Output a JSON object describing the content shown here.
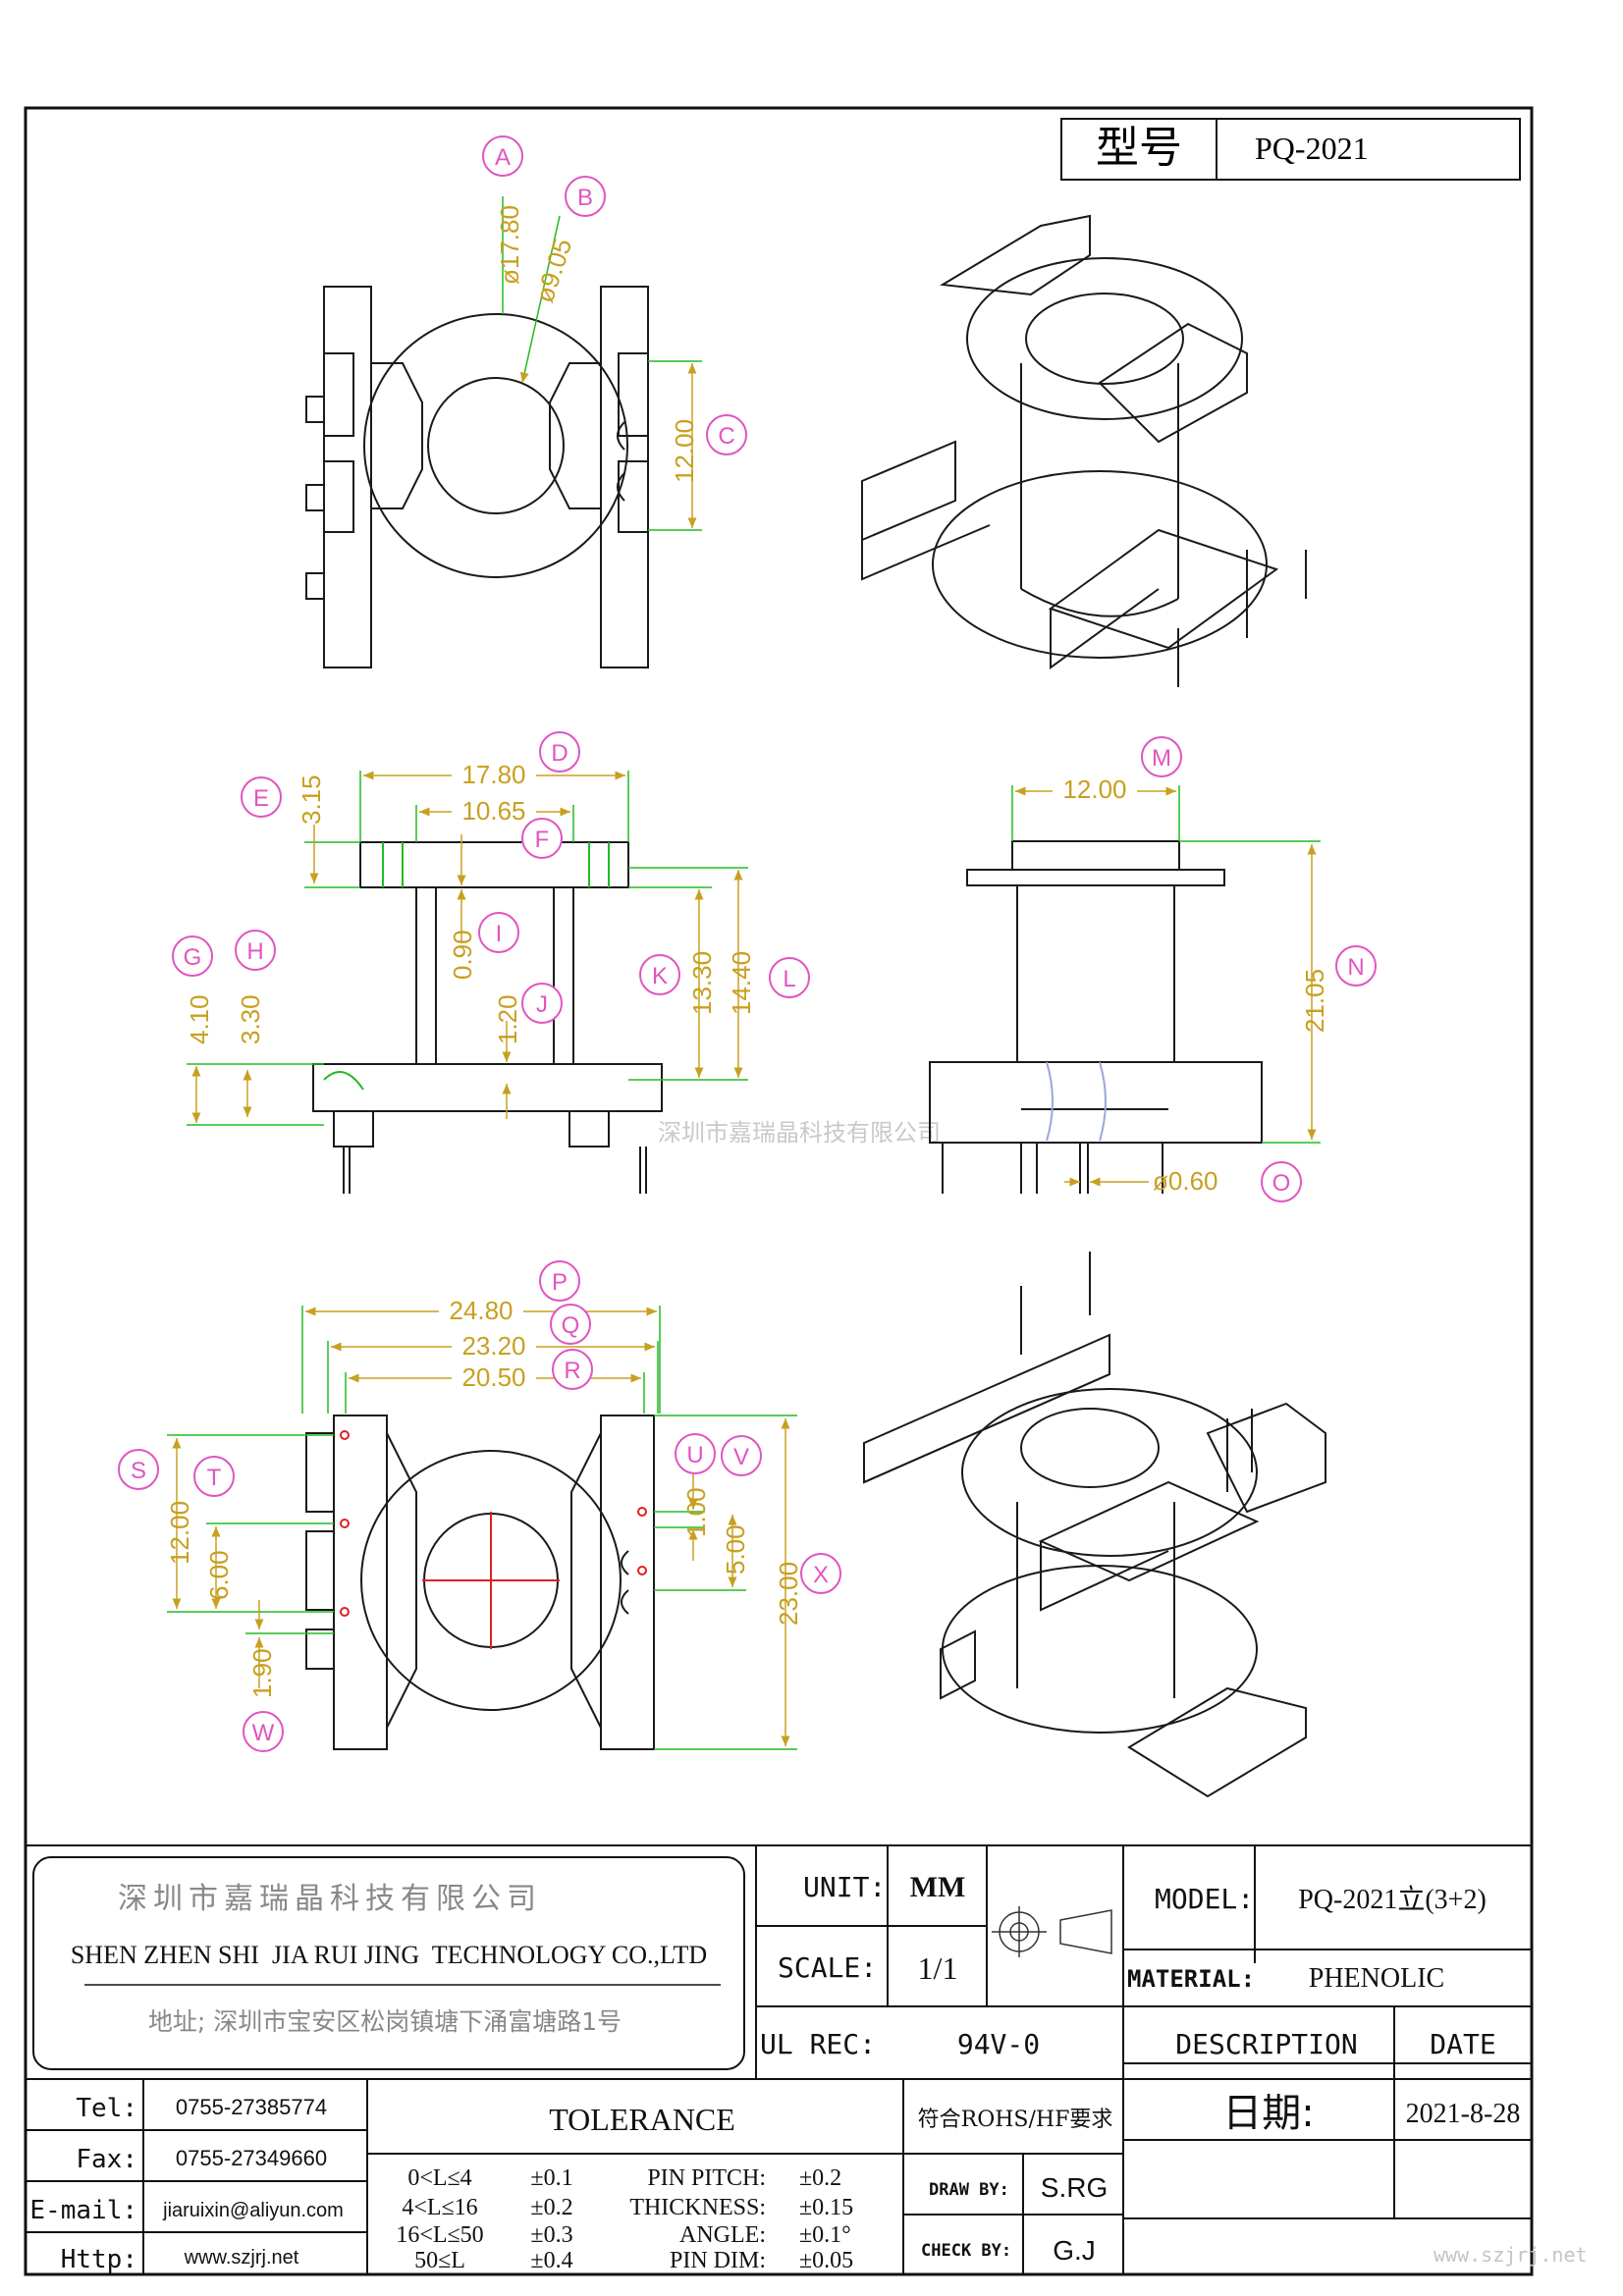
{
  "model_box": {
    "label": "型号",
    "value": "PQ-2021"
  },
  "watermark_center": "深圳市嘉瑞晶科技有限公司",
  "watermark_corner": "www.szjrj.net",
  "callouts": {
    "A": "A",
    "B": "B",
    "C": "C",
    "D": "D",
    "E": "E",
    "F": "F",
    "G": "G",
    "H": "H",
    "I": "I",
    "J": "J",
    "K": "K",
    "L": "L",
    "M": "M",
    "N": "N",
    "O": "O",
    "P": "P",
    "Q": "Q",
    "R": "R",
    "S": "S",
    "T": "T",
    "U": "U",
    "V": "V",
    "W": "W",
    "X": "X"
  },
  "dims": {
    "A": "ø17.80",
    "B": "ø9.05",
    "C": "12.00",
    "D": "17.80",
    "E": "3.15",
    "F": "10.65",
    "G": "4.10",
    "H": "3.30",
    "I": "0.90",
    "J": "1.20",
    "K": "13.30",
    "L": "14.40",
    "M": "12.00",
    "N": "21.05",
    "O": "ø0.60",
    "P": "24.80",
    "Q": "23.20",
    "R": "20.50",
    "S": "12.00",
    "T": "6.00",
    "U": "1.00",
    "V": "5.00",
    "W": "1.90",
    "X": "23.00"
  },
  "company": {
    "name_cn": "深圳市嘉瑞晶科技有限公司",
    "name_en": "SHEN ZHEN SHI  JIA RUI JING  TECHNOLOGY CO.,LTD",
    "address": "地址; 深圳市宝安区松岗镇塘下涌富塘路1号"
  },
  "title_block": {
    "unit_label": "UNIT:",
    "unit_value": "MM",
    "scale_label": "SCALE:",
    "scale_value": "1/1",
    "ulrec_label": "UL REC:",
    "ulrec_value": "94V-0",
    "model_label": "MODEL:",
    "model_value": "PQ-2021立(3+2)",
    "material_label": "MATERIAL:",
    "material_value": "PHENOLIC",
    "description_label": "DESCRIPTION",
    "date_label": "DATE",
    "date_caption": "日期:",
    "date_value": "2021-8-28",
    "rohs": "符合ROHS/HF要求",
    "draw_label": "DRAW BY:",
    "draw_value": "S.RG",
    "check_label": "CHECK BY:",
    "check_value": "G.J"
  },
  "contacts": {
    "tel_label": "Tel:",
    "tel_value": "0755-27385774",
    "fax_label": "Fax:",
    "fax_value": "0755-27349660",
    "email_label": "E-mail:",
    "email_value": "jiaruixin@aliyun.com",
    "http_label": "Http:",
    "http_value": "www.szjrj.net"
  },
  "tolerance": {
    "title": "TOLERANCE",
    "ranges": [
      {
        "range": "0<L≤4",
        "value": "±0.1"
      },
      {
        "range": "4<L≤16",
        "value": "±0.2"
      },
      {
        "range": "16<L≤50",
        "value": "±0.3"
      },
      {
        "range": "50≤L",
        "value": "±0.4"
      }
    ],
    "specs": [
      {
        "label": "PIN PITCH:",
        "value": "±0.2"
      },
      {
        "label": "THICKNESS:",
        "value": "±0.15"
      },
      {
        "label": "ANGLE:",
        "value": "±0.1°"
      },
      {
        "label": "PIN DIM:",
        "value": "±0.05"
      }
    ]
  },
  "colors": {
    "dimension": "#c8a020",
    "extension": "#22bb22",
    "callout": "#e055c0",
    "outline": "#1a1a1a",
    "center_mark": "#e02020"
  }
}
